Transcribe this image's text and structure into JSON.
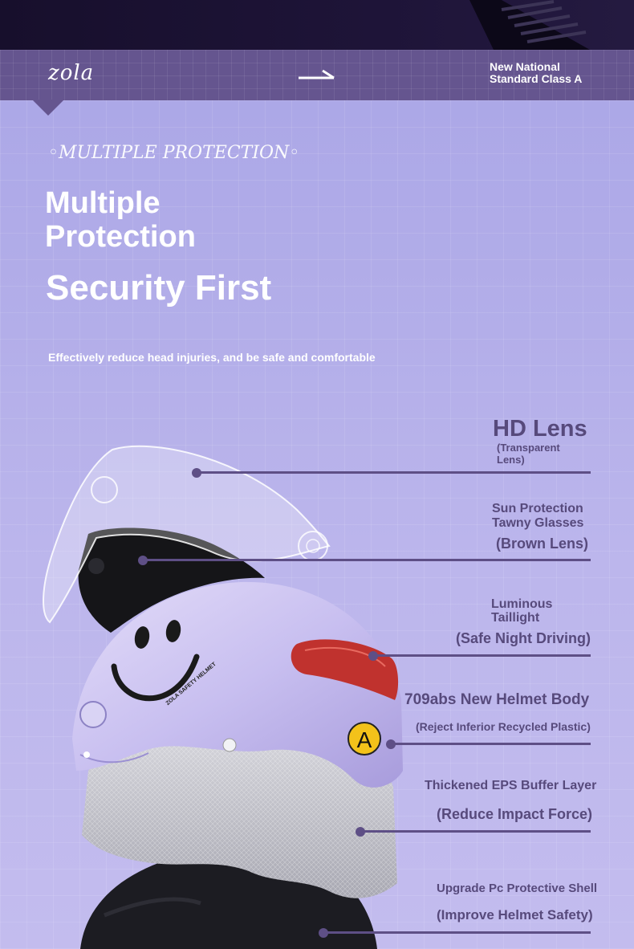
{
  "header": {
    "brand": "zola",
    "standard_line1": "New National",
    "standard_line2": "Standard Class A"
  },
  "hero": {
    "eyebrow": "◦MULTIPLE PROTECTION◦",
    "title_line1": "Multiple",
    "title_line2": "Protection",
    "title2": "Security First",
    "subtitle": "Effectively reduce head injuries, and be safe and comfortable"
  },
  "helmet": {
    "badge_letter": "A",
    "brand_print": "ZOLA SAFETY HELMET"
  },
  "callouts": [
    {
      "title": "HD Lens",
      "sub1": "(Transparent",
      "sub2": "Lens)"
    },
    {
      "line1": "Sun Protection",
      "line2": "Tawny Glasses",
      "sub": "(Brown Lens)"
    },
    {
      "line1": "Luminous",
      "line2": "Taillight",
      "sub": "(Safe Night Driving)"
    },
    {
      "title": "709abs New Helmet Body",
      "sub": "(Reject Inferior Recycled Plastic)"
    },
    {
      "title": "Thickened EPS Buffer Layer",
      "sub": "(Reduce Impact Force)"
    },
    {
      "title": "Upgrade Pc Protective Shell",
      "sub": "(Improve Helmet Safety)"
    }
  ],
  "colors": {
    "accent": "#5e4f86",
    "header_band": "#65558f",
    "helmet_shell": "#c9c0ee",
    "taillight": "#c0322e",
    "badge": "#f3c21a"
  }
}
